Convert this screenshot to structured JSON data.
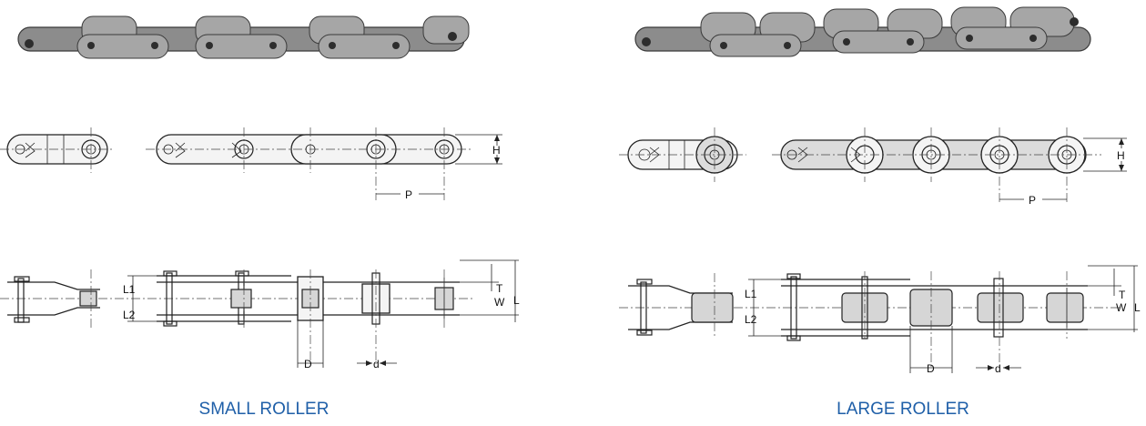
{
  "left": {
    "caption": "SMALL ROLLER",
    "dims": {
      "H": "H",
      "P": "P",
      "L1": "L1",
      "L2": "L2",
      "T": "T",
      "W": "W",
      "L": "L",
      "D": "D",
      "d": "d"
    }
  },
  "right": {
    "caption": "LARGE ROLLER",
    "dims": {
      "H": "H",
      "P": "P",
      "L1": "L1",
      "L2": "L2",
      "T": "T",
      "W": "W",
      "L": "L",
      "D": "D",
      "d": "d"
    }
  },
  "colors": {
    "caption": "#1f5fa8",
    "line": "#222222",
    "metal": "#8c8c8c"
  }
}
